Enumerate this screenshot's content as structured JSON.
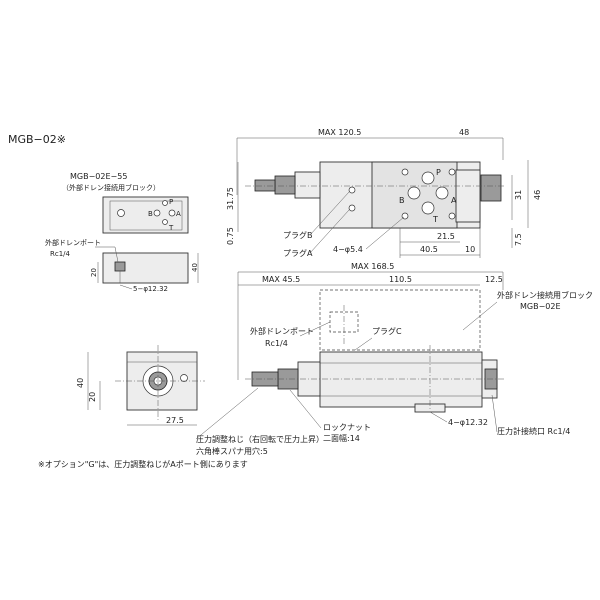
{
  "title": "MGB−02※",
  "top_view": {
    "dims": {
      "max_length": "MAX 120.5",
      "right_width": "48",
      "height_total": "46",
      "height_mid": "31",
      "height_low": "7.5",
      "left_h1": "31.75",
      "left_h2": "0.75",
      "port_x1": "21.5",
      "port_x2": "40.5",
      "port_x3": "10"
    },
    "ports": {
      "p": "P",
      "b": "B",
      "a": "A",
      "t": "T"
    },
    "labels": {
      "plug_b": "プラグB",
      "plug_a": "プラグA",
      "hole": "4−φ5.4"
    }
  },
  "side_block": {
    "title1": "MGB−02E−55",
    "title2": "（外部ドレン接続用ブロック）",
    "drain_label1": "外部ドレンポート",
    "drain_label2": "Rc1/4",
    "dim_40": "40",
    "dim_20": "20",
    "hole": "5−φ12.32",
    "ports": {
      "p": "P",
      "b": "B",
      "a": "A",
      "t": "T"
    }
  },
  "front_view": {
    "dims": {
      "max_total": "MAX 168.5",
      "max_left": "MAX 45.5",
      "mid": "110.5",
      "right": "12.5"
    },
    "labels": {
      "ext_drain_block1": "外部ドレン接続用ブロック",
      "ext_drain_block2": "MGB−02E",
      "drain_port1": "外部ドレンポート",
      "drain_port2": "Rc1/4",
      "plug_c": "プラグC",
      "hole": "4−φ12.32",
      "gauge_port": "圧力計接続口 Rc1/4",
      "lock_nut": "ロックナット",
      "two_face": "二面幅:14",
      "adjust_screw": "圧力調整ねじ（右回転で圧力上昇）",
      "hex_socket": "六角棒スパナ用穴:5"
    }
  },
  "end_view": {
    "dims": {
      "h40": "40",
      "h20": "20",
      "w": "27.5"
    }
  },
  "footnote": "※オプション\"G\"は、圧力調整ねじがAポート側にあります"
}
